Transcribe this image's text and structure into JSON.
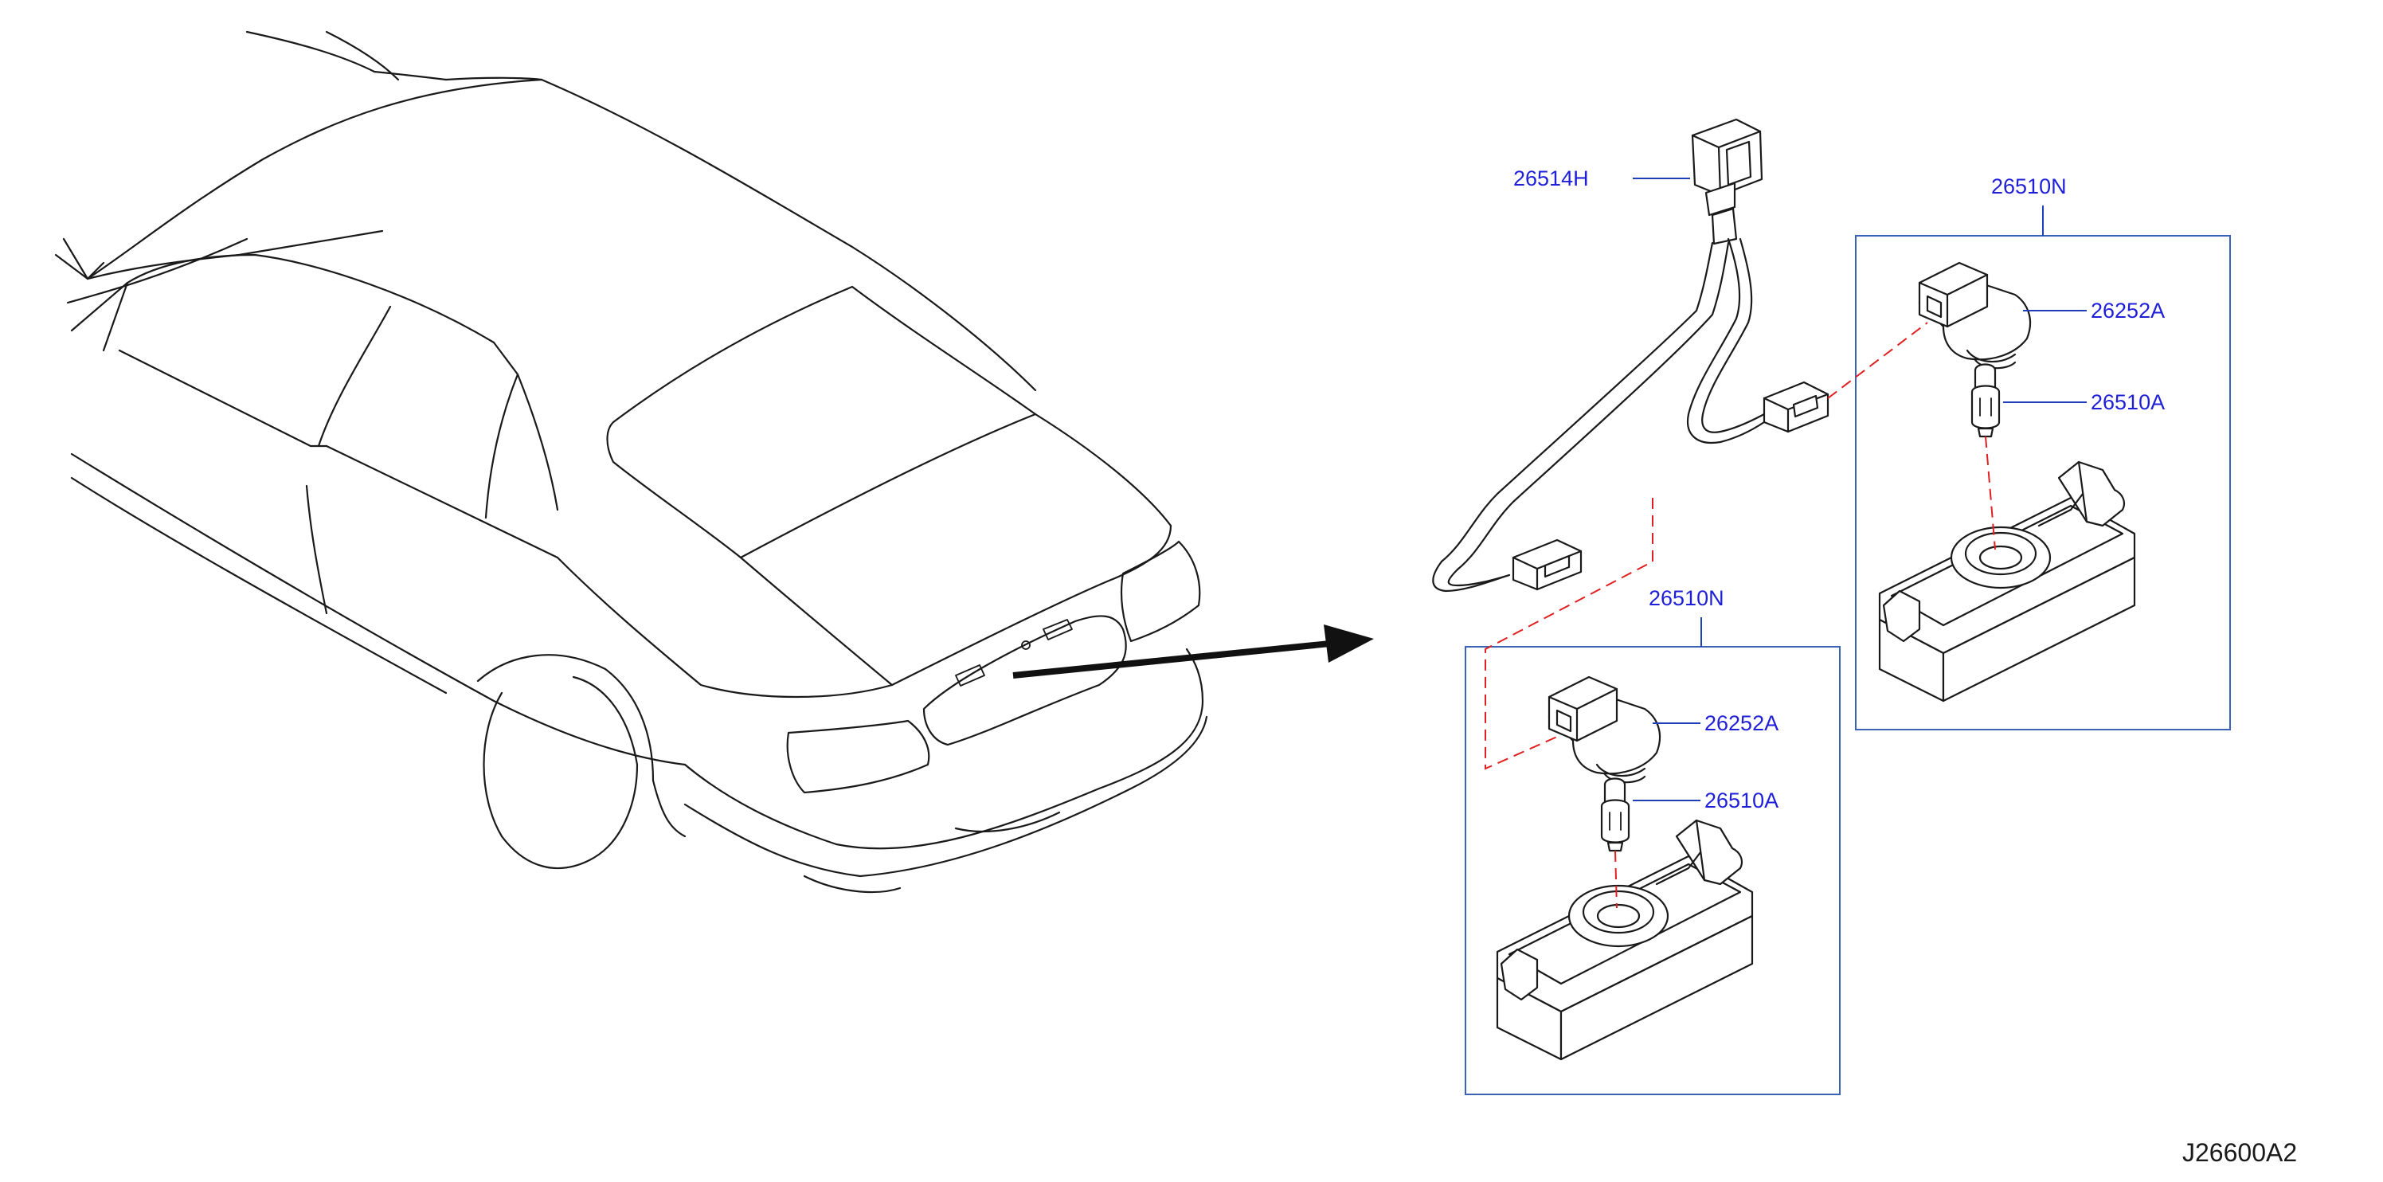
{
  "figure_code": "J26600A2",
  "colors": {
    "callout_text": "#1f1fd8",
    "leader_line": "#1f3fb8",
    "box_frame": "#3a62b8",
    "dashed_guide": "#e02020",
    "line_art": "#1a1a1a"
  },
  "callouts": {
    "harness": "26514H",
    "lamp_assy_right": "26510N",
    "socket_right": "26252A",
    "bulb_right": "26510A",
    "lamp_assy_left": "26510N",
    "socket_left": "26252A",
    "bulb_left": "26510A"
  }
}
